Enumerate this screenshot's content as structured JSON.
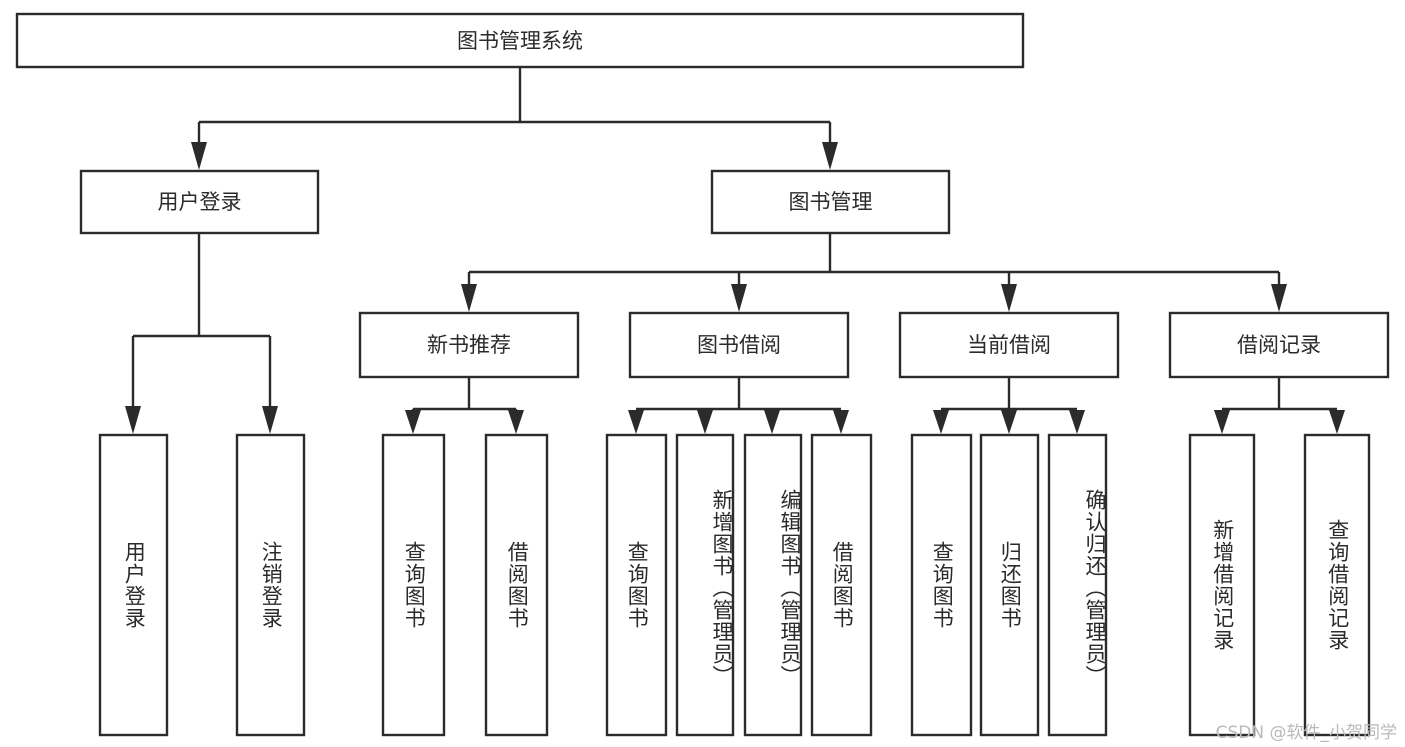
{
  "diagram": {
    "title": "图书管理系统",
    "watermark": "CSDN @软件_小贺同学",
    "root": {
      "id": "root",
      "label": "图书管理系统"
    },
    "level2": [
      {
        "id": "user-login",
        "label": "用户登录"
      },
      {
        "id": "book-management",
        "label": "图书管理"
      }
    ],
    "level3": [
      {
        "id": "new-book-recommend",
        "label": "新书推荐",
        "parent": "book-management"
      },
      {
        "id": "book-borrow",
        "label": "图书借阅",
        "parent": "book-management"
      },
      {
        "id": "current-borrow",
        "label": "当前借阅",
        "parent": "book-management"
      },
      {
        "id": "borrow-record",
        "label": "借阅记录",
        "parent": "book-management"
      }
    ],
    "leaves": [
      {
        "id": "leaf-user-login",
        "label": "用户登录",
        "parent": "user-login"
      },
      {
        "id": "leaf-logout-login",
        "label": "注销登录",
        "parent": "user-login"
      },
      {
        "id": "leaf-query-book-1",
        "label": "查询图书",
        "parent": "new-book-recommend"
      },
      {
        "id": "leaf-borrow-book-1",
        "label": "借阅图书",
        "parent": "new-book-recommend"
      },
      {
        "id": "leaf-query-book-2",
        "label": "查询图书",
        "parent": "book-borrow"
      },
      {
        "id": "leaf-add-book",
        "label": "新增图书（管理员）",
        "parent": "book-borrow"
      },
      {
        "id": "leaf-edit-book",
        "label": "编辑图书（管理员）",
        "parent": "book-borrow"
      },
      {
        "id": "leaf-borrow-book-2",
        "label": "借阅图书",
        "parent": "book-borrow"
      },
      {
        "id": "leaf-query-book-3",
        "label": "查询图书",
        "parent": "current-borrow"
      },
      {
        "id": "leaf-return-book",
        "label": "归还图书",
        "parent": "current-borrow"
      },
      {
        "id": "leaf-confirm-return",
        "label": "确认归还（管理员）",
        "parent": "current-borrow"
      },
      {
        "id": "leaf-add-record",
        "label": "新增借阅记录",
        "parent": "borrow-record"
      },
      {
        "id": "leaf-query-record",
        "label": "查询借阅记录",
        "parent": "borrow-record"
      }
    ],
    "colors": {
      "stroke": "#2b2b2b",
      "fill": "#ffffff",
      "background": "#ffffff",
      "watermark": "#b9b9b9"
    }
  }
}
